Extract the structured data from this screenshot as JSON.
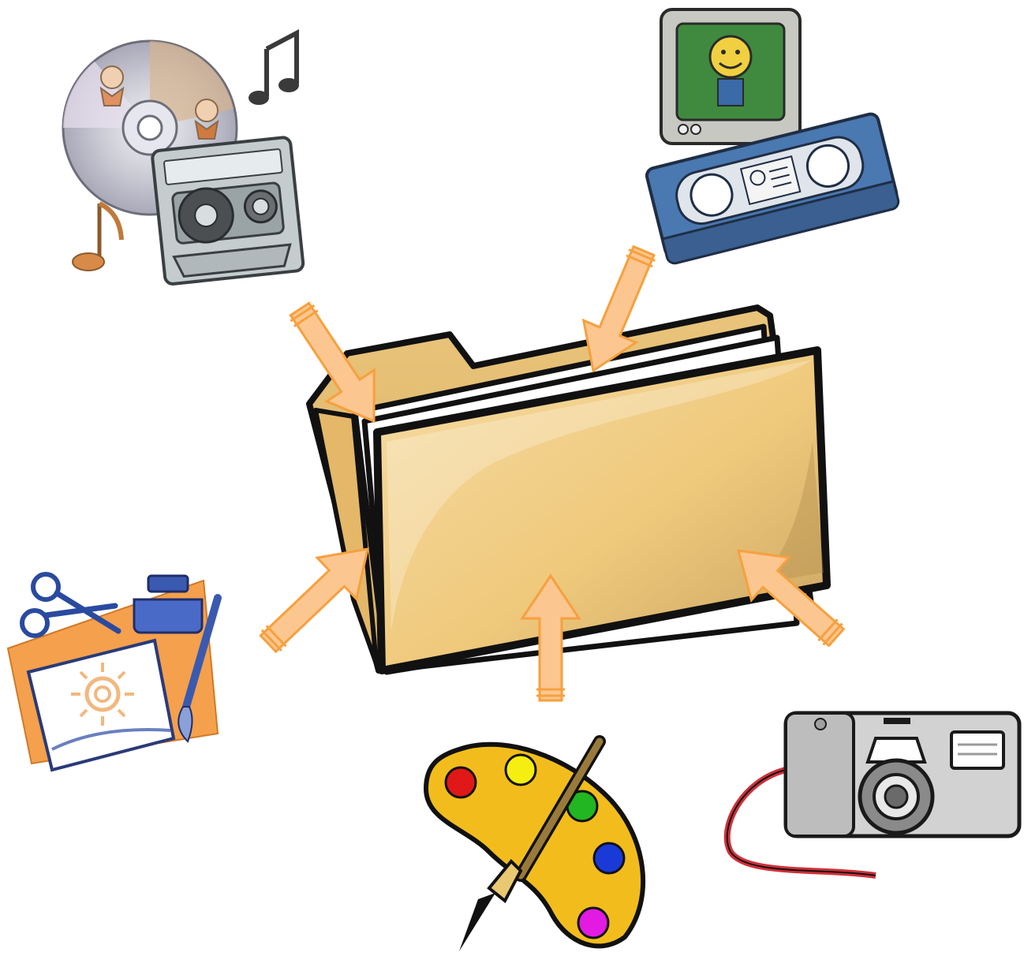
{
  "diagram": {
    "center": {
      "name": "folder",
      "icon": "folder-icon"
    },
    "sources": [
      {
        "name": "music-media",
        "icon": "cd-cassette-music-icon"
      },
      {
        "name": "video-media",
        "icon": "tv-videotape-icon"
      },
      {
        "name": "craft-art",
        "icon": "scissors-ink-brush-paper-icon"
      },
      {
        "name": "paint-palette",
        "icon": "palette-brush-icon"
      },
      {
        "name": "camera",
        "icon": "camera-icon"
      }
    ],
    "arrows": [
      {
        "from": "music-media",
        "to": "folder"
      },
      {
        "from": "video-media",
        "to": "folder"
      },
      {
        "from": "craft-art",
        "to": "folder"
      },
      {
        "from": "paint-palette",
        "to": "folder"
      },
      {
        "from": "camera",
        "to": "folder"
      }
    ],
    "colors": {
      "arrow_fill": "#fcc690",
      "arrow_stroke": "#f7a03e",
      "folder_fill": "#f0cd80",
      "folder_dark": "#e2b868",
      "outline": "#111111"
    }
  }
}
